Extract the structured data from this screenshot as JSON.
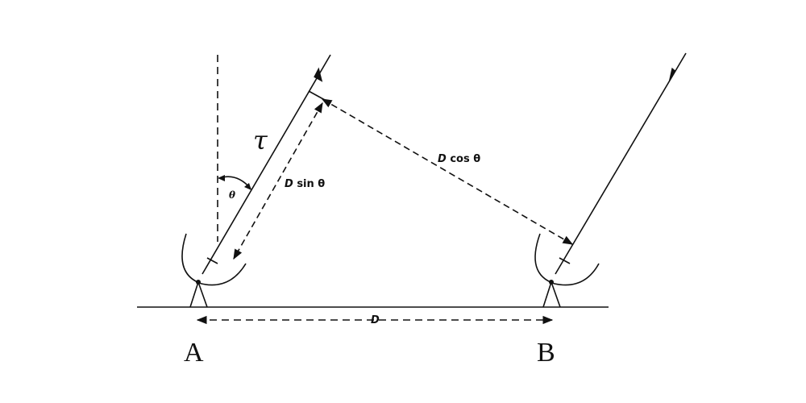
{
  "labels": {
    "tau": "τ",
    "theta": "θ",
    "d_sin_theta_var": "D",
    "d_sin_theta_rest": " sin θ",
    "d_cos_theta_var": "D",
    "d_cos_theta_rest": " cos θ",
    "baseline_d": "D",
    "station_a": "A",
    "station_b": "B"
  },
  "colors": {
    "ink": "#111111",
    "background": "#ffffff"
  }
}
